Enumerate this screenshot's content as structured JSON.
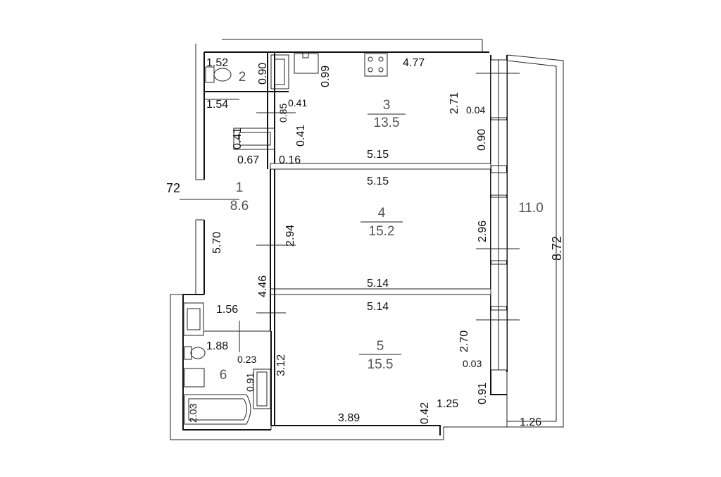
{
  "rooms": [
    {
      "number": "1",
      "area": "8.6"
    },
    {
      "number": "2",
      "area": ""
    },
    {
      "number": "3",
      "area": "13.5"
    },
    {
      "number": "4",
      "area": "15.2"
    },
    {
      "number": "5",
      "area": "15.5"
    },
    {
      "number": "6",
      "area": ""
    }
  ],
  "balcony_area": "11.0",
  "dimensions": {
    "d_152": "1.52",
    "d_090a": "0.90",
    "d_099": "0.99",
    "d_477": "4.77",
    "d_154": "1.54",
    "d_085": "0.85",
    "d_041a": "0.41",
    "d_271": "2.71",
    "d_004": "0.04",
    "d_041b": "0.41",
    "d_041c": "0.41",
    "d_090b": "0.90",
    "d_067": "0.67",
    "d_016": "0.16",
    "d_515a": "5.15",
    "d_515b": "5.15",
    "d_72": "72",
    "d_570": "5.70",
    "d_294": "2.94",
    "d_296": "2.96",
    "d_872": "8.72",
    "d_446": "4.46",
    "d_514a": "5.14",
    "d_514b": "5.14",
    "d_156": "1.56",
    "d_270": "2.70",
    "d_188": "1.88",
    "d_312": "3.12",
    "d_023": "0.23",
    "d_003": "0.03",
    "d_091a": "0.91",
    "d_091b": "0.91",
    "d_203": "2.03",
    "d_042": "0.42",
    "d_125": "1.25",
    "d_389": "3.89",
    "d_126": "1.26"
  }
}
